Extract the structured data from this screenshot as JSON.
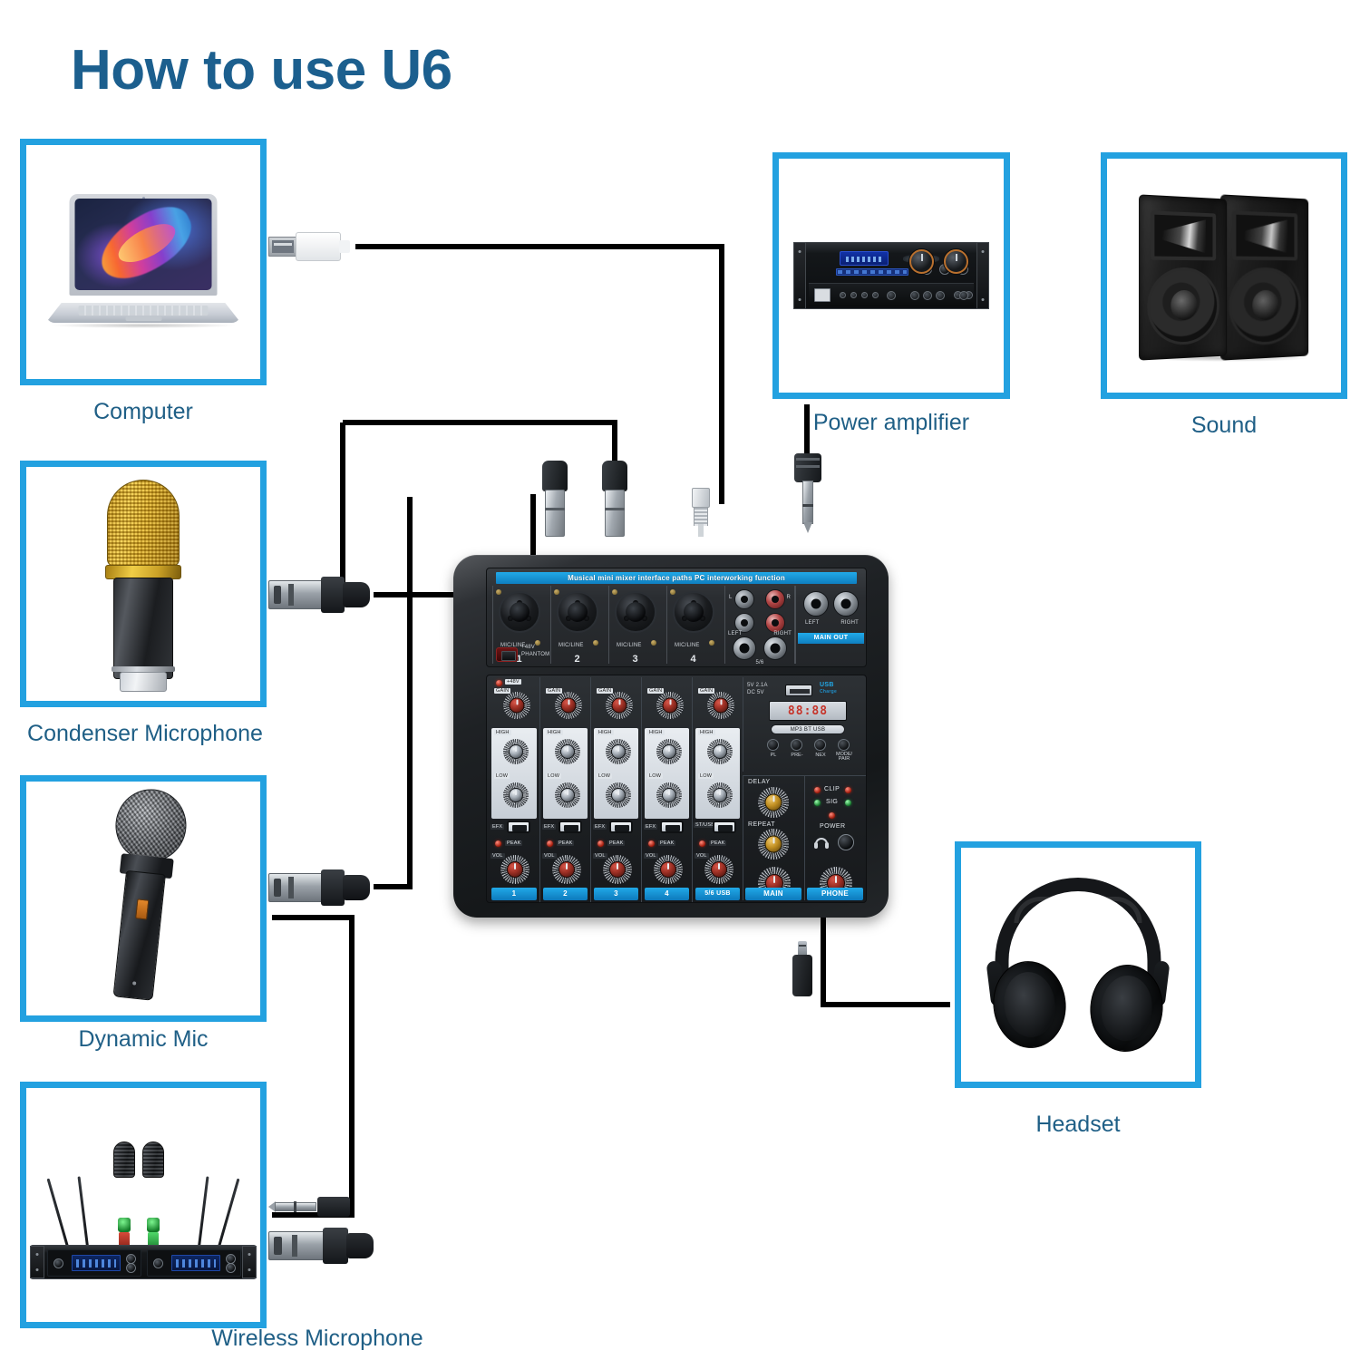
{
  "title": "How to use U6",
  "colors": {
    "title": "#1c5f8e",
    "box_border": "#23a1e0",
    "label": "#1f5f86",
    "mixer_blue": "#21a9e8",
    "wire": "#000000"
  },
  "devices": [
    {
      "key": "computer",
      "label": "Computer",
      "icon": "laptop-icon"
    },
    {
      "key": "condenser_microphone",
      "label": "Condenser Microphone",
      "icon": "condenser-mic-icon"
    },
    {
      "key": "dynamic_mic",
      "label": "Dynamic Mic",
      "icon": "dynamic-mic-icon"
    },
    {
      "key": "wireless_microphone",
      "label": "Wireless Microphone",
      "icon": "wireless-mic-system-icon"
    },
    {
      "key": "power_amplifier",
      "label": "Power amplifier",
      "icon": "power-amplifier-icon"
    },
    {
      "key": "sound",
      "label": "Sound",
      "icon": "speakers-icon"
    },
    {
      "key": "headset",
      "label": "Headset",
      "icon": "headphones-icon"
    }
  ],
  "connectors": [
    {
      "key": "usb_plug",
      "name": "usb-a-plug",
      "color": "#f2f2f2"
    },
    {
      "key": "xlr_1",
      "name": "xlr-male-plug",
      "color": "#b9bec4"
    },
    {
      "key": "xlr_2",
      "name": "xlr-male-plug",
      "color": "#b9bec4"
    },
    {
      "key": "rca_plug",
      "name": "rca-plug",
      "color": "#d9dde1"
    },
    {
      "key": "trs_plug",
      "name": "quarter-inch-trs-plug",
      "color": "#c9ced4"
    },
    {
      "key": "mini_plug",
      "name": "3.5mm-trs-plug",
      "color": "#1b1d20"
    },
    {
      "key": "ts_plug",
      "name": "quarter-inch-ts-plug",
      "color": "#c9ced4"
    },
    {
      "key": "xlr_female",
      "name": "xlr-female-plug",
      "color": "#b9bec4"
    }
  ],
  "mixer": {
    "banner": "Musical mini mixer interface paths PC interworking function",
    "input_channels": [
      {
        "number": "1",
        "jack_label": "MIC/LINE"
      },
      {
        "number": "2",
        "jack_label": "MIC/LINE"
      },
      {
        "number": "3",
        "jack_label": "MIC/LINE"
      },
      {
        "number": "4",
        "jack_label": "MIC/LINE"
      }
    ],
    "phantom": {
      "voltage": "+48V",
      "label": "PHANTOM"
    },
    "rca_section": {
      "top_left": "L",
      "top_right": "R",
      "bottom_left": "LEFT",
      "bottom_right": "RIGHT",
      "jack_label": "5/6"
    },
    "outputs": {
      "left": "LEFT",
      "right": "RIGHT",
      "band": "MAIN OUT"
    },
    "strip_labels": {
      "gain": "GAIN",
      "high": "HIGH",
      "low": "LOW",
      "efx": "EFX",
      "peak": "PEAK",
      "vol": "VOL",
      "phantom_led": "+48V",
      "usb_strip": "ST/USB"
    },
    "usb_section": {
      "port_label": "USB",
      "port_sub": "Charge",
      "spec_line_1": "5V 2.1A",
      "spec_line_2": "DC 5V",
      "display": "88:88",
      "mode_bar": "MP3  BT  USB",
      "buttons": [
        "PL",
        "PRE-",
        "NEX",
        "MODE/ PAIR"
      ]
    },
    "effects": {
      "delay": "DELAY",
      "repeat": "REPEAT"
    },
    "monitor": {
      "clip": "CLIP",
      "sig": "SIG",
      "power": "POWER"
    },
    "fader_labels": [
      "1",
      "2",
      "3",
      "4",
      "5/6 USB",
      "MAIN",
      "PHONE"
    ]
  }
}
